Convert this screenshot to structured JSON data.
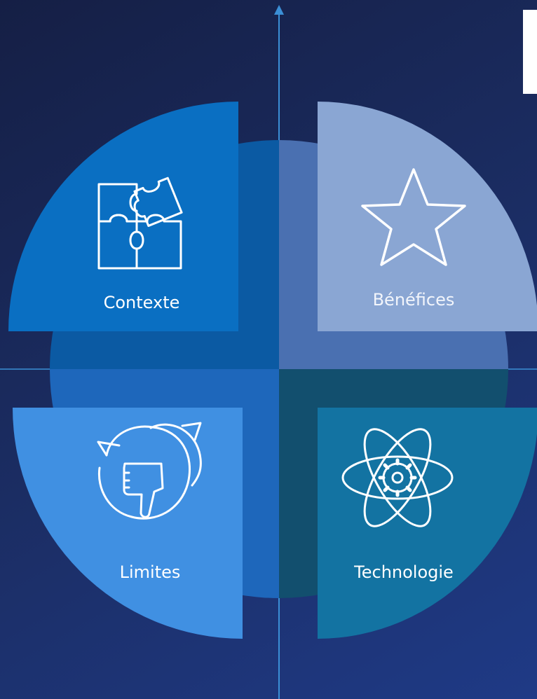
{
  "quadrants": [
    {
      "key": "contexte",
      "label": "Contexte",
      "icon": "puzzle-icon",
      "color": "#0a6fc2"
    },
    {
      "key": "benefices",
      "label": "Bénéfices",
      "icon": "star-icon",
      "color": "#8aa6d3"
    },
    {
      "key": "limites",
      "label": "Limites",
      "icon": "thumbs-down-chat-icon",
      "color": "#4090e2"
    },
    {
      "key": "technologie",
      "label": "Technologie",
      "icon": "atom-gear-icon",
      "color": "#1373a2"
    }
  ],
  "inner_colors": {
    "top_left": "#0b5aa3",
    "top_right": "#4a70b1",
    "bottom_left": "#1e67bb",
    "bottom_right": "#124f6e"
  },
  "axis_color": "#3b8fd6"
}
